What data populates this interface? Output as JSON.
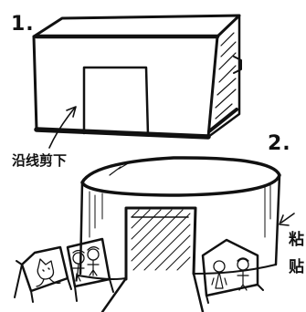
{
  "step_one": {
    "number": "1.",
    "instruction": "沿线剪下"
  },
  "step_two": {
    "number": "2.",
    "instruction_line1": "粘",
    "instruction_line2": "贴"
  },
  "ink_color": "#111111",
  "paper_color": "#ffffff"
}
